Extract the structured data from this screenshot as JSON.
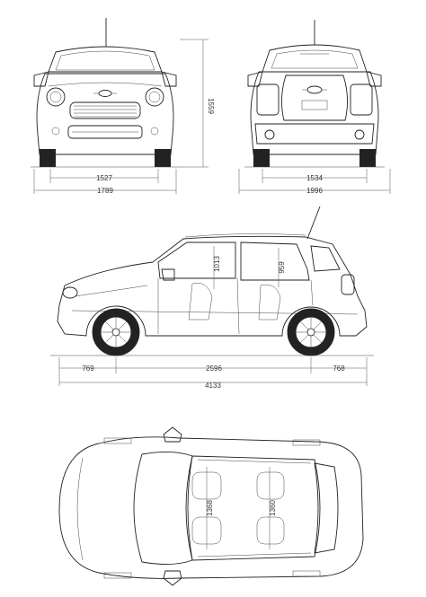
{
  "dimensions": {
    "front_track": "1527",
    "front_width": "1789",
    "height": "1559",
    "rear_track": "1534",
    "rear_width": "1996",
    "front_overhang": "769",
    "wheelbase": "2596",
    "rear_overhang": "768",
    "length": "4133",
    "headroom_front": "1013",
    "headroom_rear": "959",
    "shoulder_front": "1368",
    "shoulder_rear": "1360"
  },
  "colors": {
    "line": "#222222",
    "dimension": "#555555",
    "background": "#ffffff"
  },
  "icons": [
    "mini-wing-logo-icon"
  ]
}
